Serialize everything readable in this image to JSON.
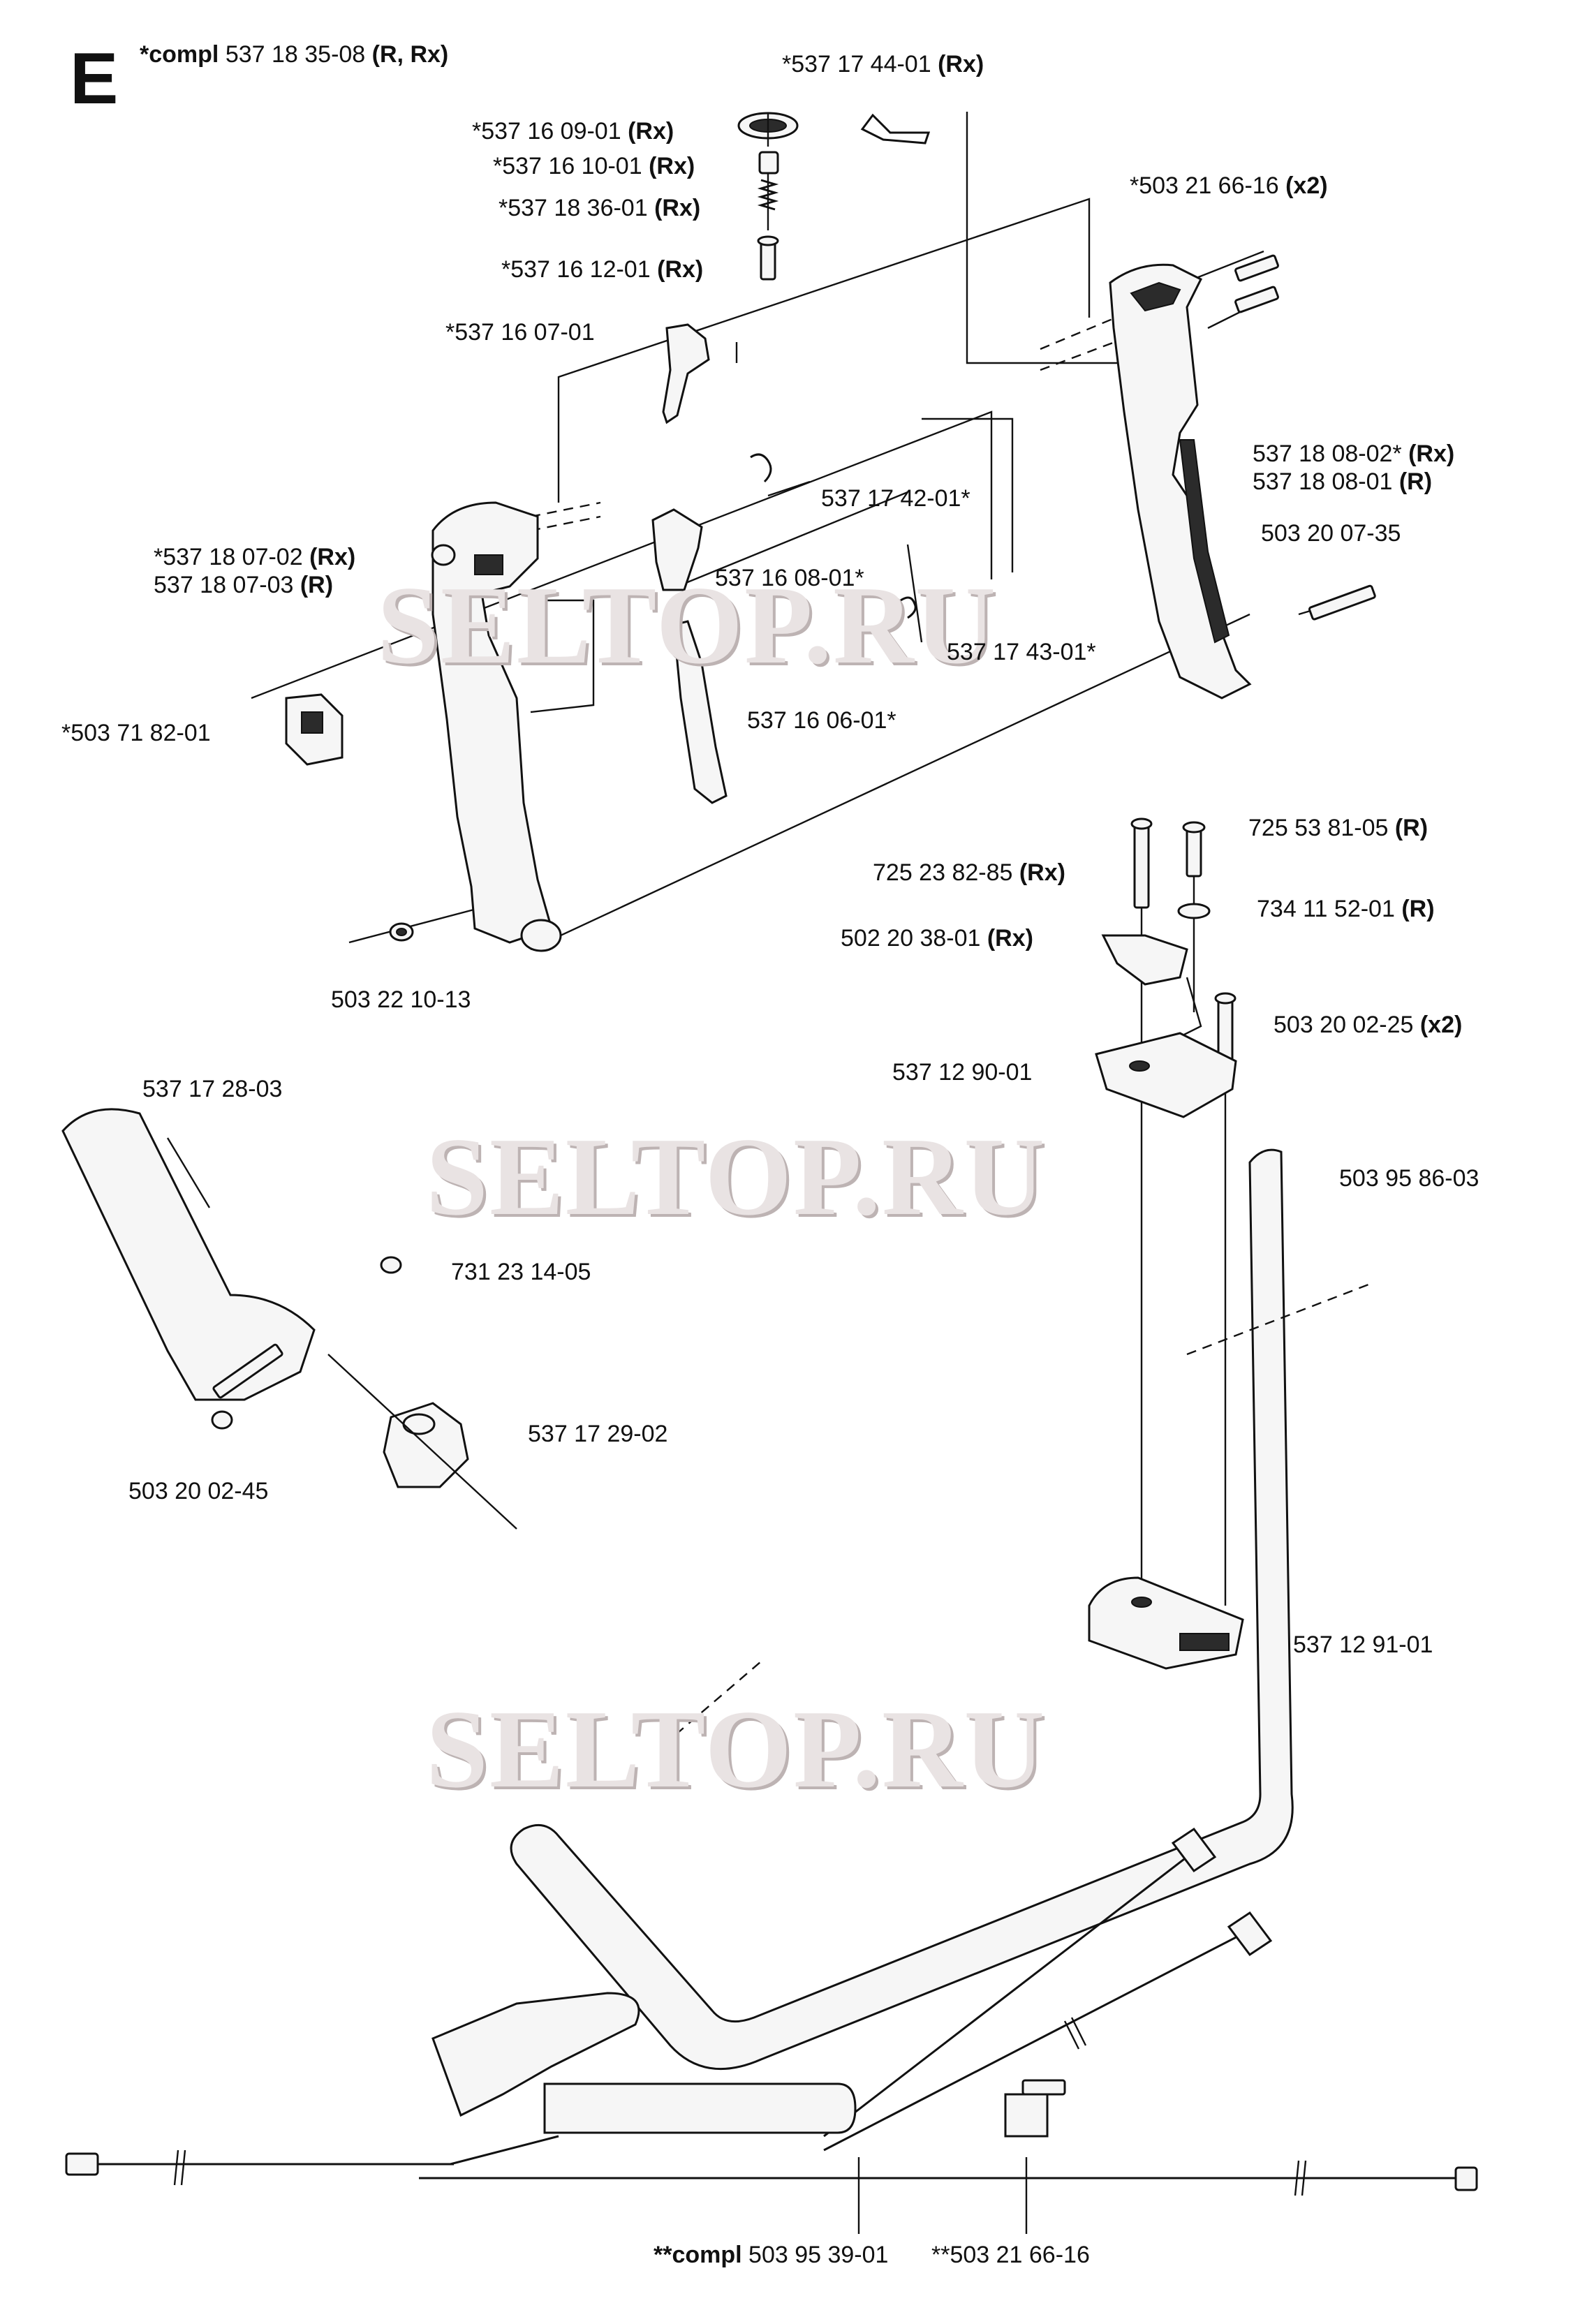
{
  "section": {
    "letter": "E"
  },
  "watermark": {
    "text": "SELTOP.RU"
  },
  "labels": {
    "compl_top": {
      "prefix": "*compl",
      "num": "537 18 35-08",
      "suffix": "(R, Rx)"
    },
    "p_537174401": {
      "num": "*537 17 44-01",
      "suffix": "(Rx)"
    },
    "p_537160901": {
      "num": "*537 16 09-01",
      "suffix": "(Rx)"
    },
    "p_537161001": {
      "num": "*537 16 10-01",
      "suffix": "(Rx)"
    },
    "p_537183601": {
      "num": "*537 18 36-01",
      "suffix": "(Rx)"
    },
    "p_537161201": {
      "num": "*537 16 12-01",
      "suffix": "(Rx)"
    },
    "p_503216616x2": {
      "num": "*503 21 66-16",
      "suffix": "(x2)"
    },
    "p_537160701": {
      "num": "*537 16 07-01"
    },
    "p_537174201": {
      "num": "537 17 42-01*"
    },
    "p_537180802": {
      "num": "537 18 08-02*",
      "suffix": "(Rx)"
    },
    "p_537180801": {
      "num": "537 18 08-01",
      "suffix": "(R)"
    },
    "p_537180702": {
      "num": "*537 18 07-02",
      "suffix": "(Rx)"
    },
    "p_537180703": {
      "num": "537 18 07-03",
      "suffix": "(R)"
    },
    "p_537160801": {
      "num": "537 16 08-01*"
    },
    "p_503200735": {
      "num": "503 20 07-35"
    },
    "p_537174301": {
      "num": "537 17 43-01*"
    },
    "p_503718201": {
      "num": "*503 71 82-01"
    },
    "p_537160601": {
      "num": "537 16 06-01*"
    },
    "p_725538105": {
      "num": "725 53 81-05",
      "suffix": "(R)"
    },
    "p_725238285": {
      "num": "725 23 82-85",
      "suffix": "(Rx)"
    },
    "p_734115201": {
      "num": "734 11 52-01",
      "suffix": "(R)"
    },
    "p_502203801": {
      "num": "502 20 38-01",
      "suffix": "(Rx)"
    },
    "p_503221013": {
      "num": "503 22 10-13"
    },
    "p_503200225": {
      "num": "503 20 02-25",
      "suffix": "(x2)"
    },
    "p_537129001": {
      "num": "537 12 90-01"
    },
    "p_537172803": {
      "num": "537 17 28-03"
    },
    "p_503958603": {
      "num": "503 95 86-03"
    },
    "p_731231405": {
      "num": "731 23 14-05"
    },
    "p_537172902": {
      "num": "537 17 29-02"
    },
    "p_503200245": {
      "num": "503 20 02-45"
    },
    "p_537129101": {
      "num": "537 12 91-01"
    },
    "compl_bottom": {
      "prefix": "**compl",
      "num": "503 95 39-01"
    },
    "p_503216616b": {
      "num": "**503 21 66-16"
    }
  }
}
